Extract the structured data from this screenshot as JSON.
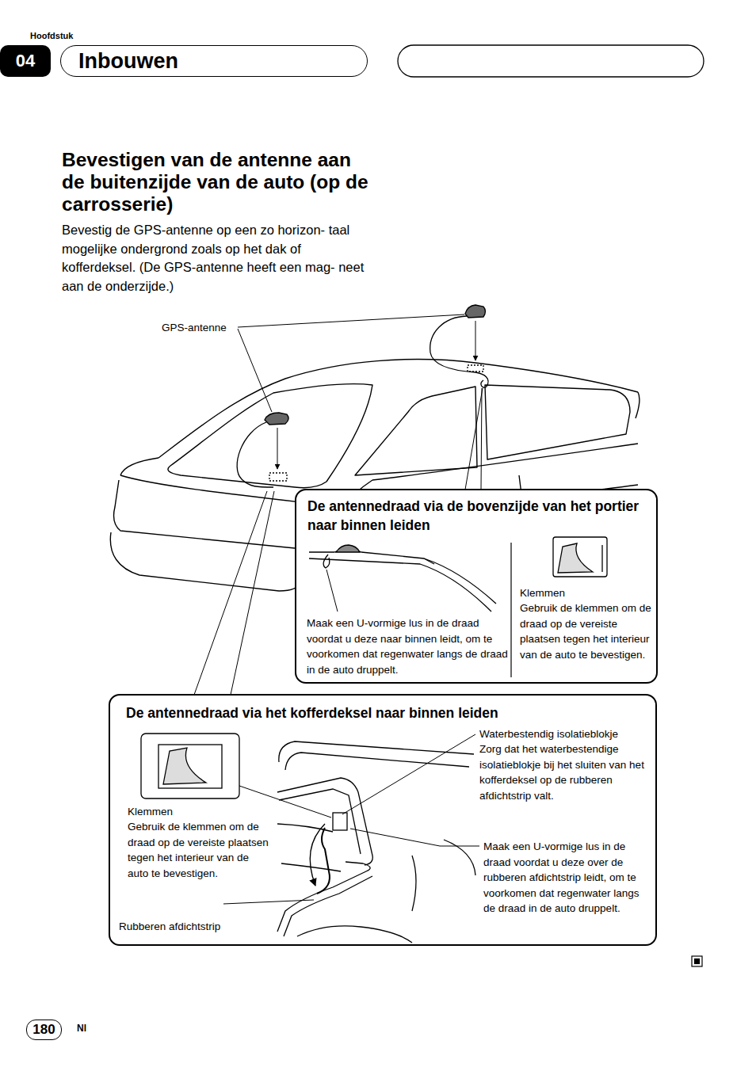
{
  "diagram": {
    "title": "Bevestigen van de antenne aan de buitenzijde van de auto (op de carrosserie)",
    "nodes": [
      {
        "text": [
          "04"
        ]
      },
      {
        "text": [
          "Inbouwen"
        ]
      },
      {
        "text": [
          "De antennedraad via de bovenzijde van het portier naar binnen leiden"
        ]
      },
      {
        "text": [
          "De antennedraad via het kofferdeksel naar binnen leiden"
        ]
      },
      {
        "text": [
          "180"
        ]
      }
    ],
    "labels": [
      "Hoofdstuk",
      "Bevestig de GPS-antenne op een zo horizon- taal mogelijke ondergrond zoals op het dak of kofferdeksel. (De GPS-antenne heeft een mag- neet aan de onderzijde.)",
      "GPS-antenne",
      "Maak een U-vormige lus in de draad voordat u deze naar binnen leidt, om te voorkomen dat regenwater langs de draad in de auto druppelt.",
      "Klemmen",
      "Gebruik de klemmen om de draad op de vereiste plaatsen tegen het interieur van de auto te bevestigen.",
      "Klemmen",
      "Gebruik de klemmen om de draad op de vereiste plaatsen tegen het interieur van de auto te bevestigen.",
      "Rubberen afdichtstrip",
      "Waterbestendig isolatieblokje",
      "Zorg dat het waterbestendige isolatieblokje bij het sluiten van het kofferdeksel op de rubberen afdichtstrip valt.",
      "Maak een U-vormige lus in de draad voordat u deze over de rubberen afdichtstrip leidt, om te voorkomen dat regenwater langs de draad in de auto druppelt.",
      "Nl"
    ]
  }
}
